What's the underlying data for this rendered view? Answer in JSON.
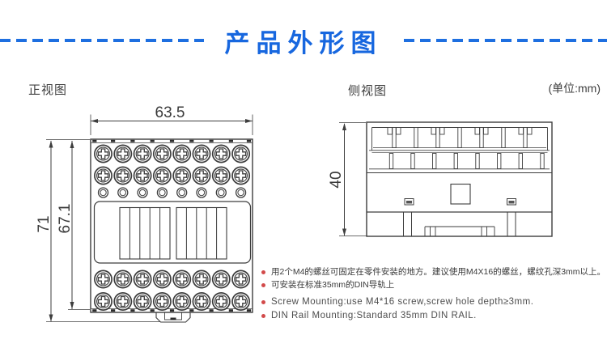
{
  "banner": {
    "title": "产品外形图",
    "accent_color": "#1767df"
  },
  "front_view": {
    "label": "正视图",
    "dim_width": "63.5",
    "dim_height_outer": "71",
    "dim_height_inner": "67.1"
  },
  "side_view": {
    "label": "侧视图",
    "dim_height": "40"
  },
  "unit_note": "(单位:mm)",
  "notes": {
    "bullet_color": "#d24a4a",
    "items": [
      "用2个M4的螺丝可固定在零件安装的地方。建议使用M4X16的螺丝，螺纹孔深3mm以上。",
      "可安装在标准35mm的DIN导轨上",
      "Screw Mounting:use M4*16 screw,screw hole depth≥3mm.",
      "DIN Rail Mounting:Standard 35mm DIN RAIL."
    ]
  },
  "colors": {
    "line": "#3d3d3d",
    "title_blue": "#1767df",
    "bullet_red": "#d24a4a"
  }
}
